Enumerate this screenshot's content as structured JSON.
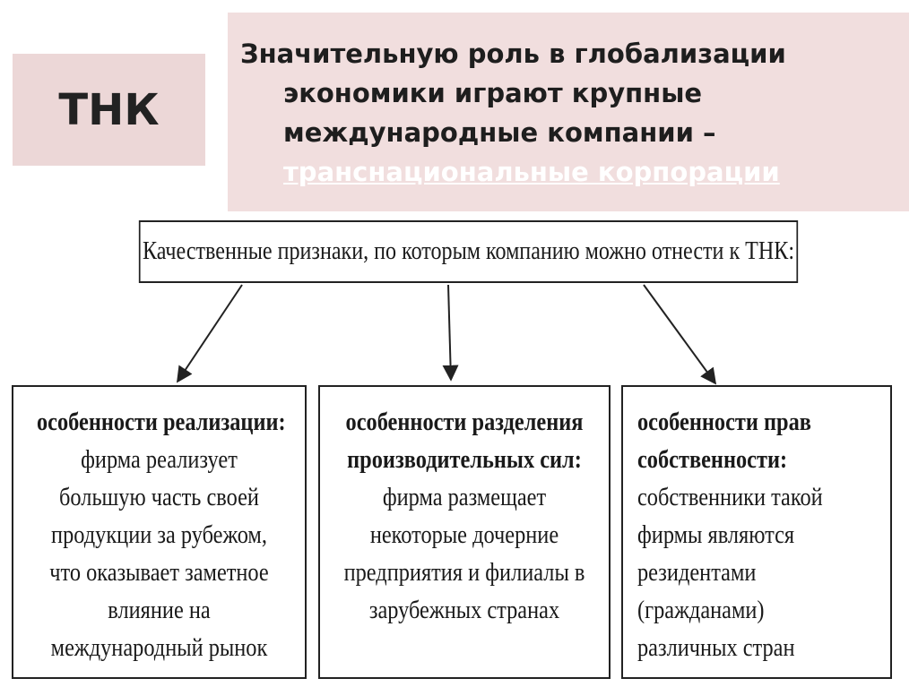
{
  "title": "ТНК",
  "intro": {
    "lines": [
      "Значительную роль в глобализации",
      "экономики играют крупные",
      "международные компании –"
    ],
    "highlight": "транснациональные корпорации"
  },
  "criteria_header": "Качественные признаки, по которым компанию можно отнести к ТНК:",
  "cards": [
    {
      "heading_lines": [
        "особенности реализации:"
      ],
      "body_lines": [
        "фирма реализует",
        "большую часть своей",
        "продукции за рубежом,",
        "что оказывает заметное",
        "влияние на",
        "международный рынок"
      ]
    },
    {
      "heading_lines": [
        "особенности разделения",
        "производительных сил:"
      ],
      "body_lines": [
        "фирма размещает",
        "некоторые дочерние",
        "предприятия и филиалы в",
        "зарубежных странах"
      ]
    },
    {
      "heading_lines": [
        "особенности прав",
        "собственности:"
      ],
      "body_lines": [
        "собственники такой",
        "фирмы являются",
        "резидентами",
        "(гражданами)",
        "различных стран"
      ]
    }
  ],
  "colors": {
    "title_bg": "#ecd7d7",
    "intro_bg": "#f1dede",
    "highlight_text": "#ffffff",
    "border": "#222222"
  }
}
